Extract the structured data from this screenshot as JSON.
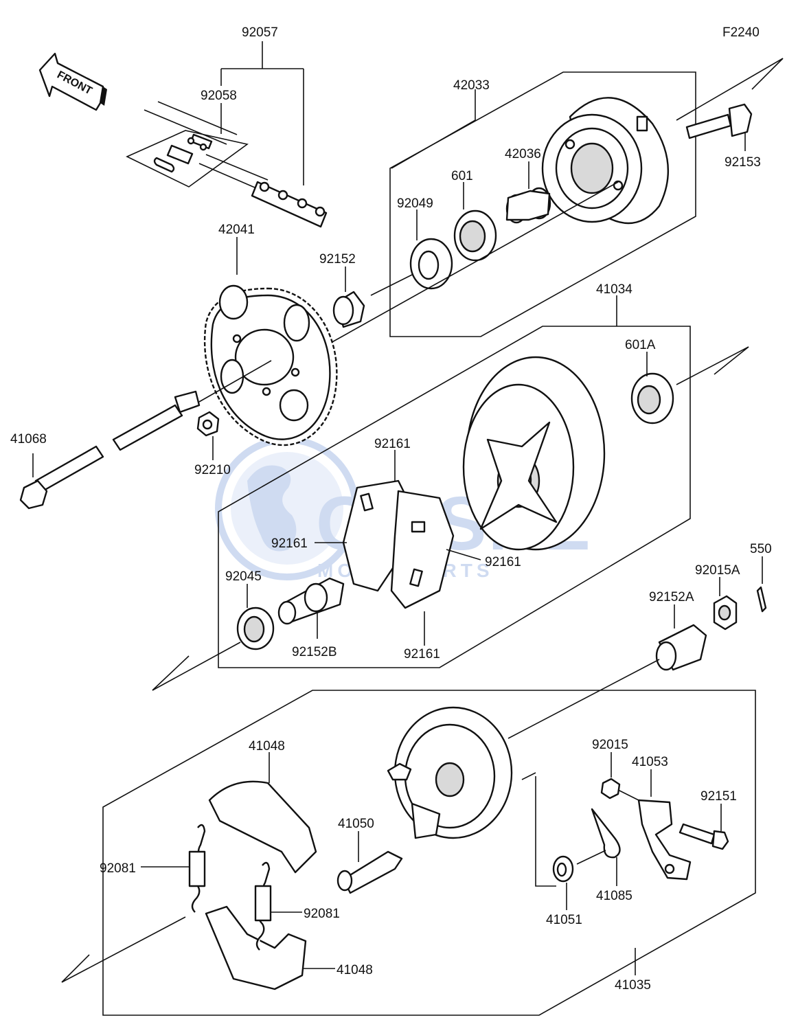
{
  "diagram_code": "F2240",
  "front_arrow_label": "FRONT",
  "watermark": {
    "brand": "CMSNL",
    "subtitle": "MOTORPARTS",
    "color": "#a9bfe6"
  },
  "labels": {
    "p92057": "92057",
    "p92058": "92058",
    "p42033": "42033",
    "p92153": "92153",
    "p42036": "42036",
    "p601": "601",
    "p92049": "92049",
    "p42041": "42041",
    "p92152": "92152",
    "p41034": "41034",
    "p601A": "601A",
    "p41068": "41068",
    "p92210": "92210",
    "p92161_top": "92161",
    "p92161_left": "92161",
    "p92161_right": "92161",
    "p92161_bottom": "92161",
    "p92045": "92045",
    "p92152B": "92152B",
    "p550": "550",
    "p92015A": "92015A",
    "p92152A": "92152A",
    "p41048_top": "41048",
    "p92015": "92015",
    "p41053": "41053",
    "p92151": "92151",
    "p41050": "41050",
    "p92081_left": "92081",
    "p92081_right": "92081",
    "p41085": "41085",
    "p41051": "41051",
    "p41048_bottom": "41048",
    "p41035": "41035"
  }
}
